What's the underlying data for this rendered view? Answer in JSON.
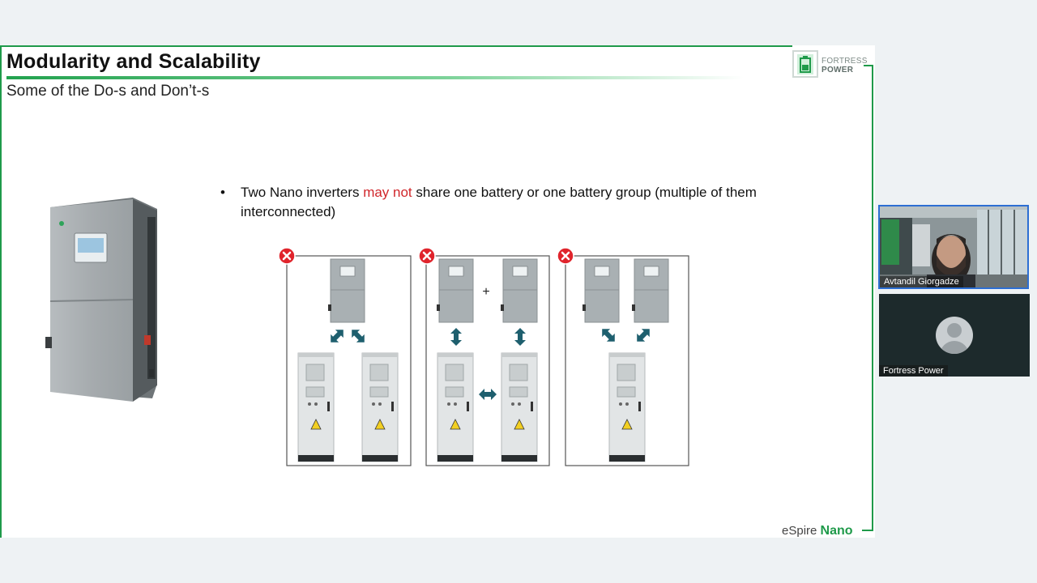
{
  "slide": {
    "title": "Modularity and Scalability",
    "subtitle": "Some of the Do-s and Don’t-s",
    "logo": {
      "line1": "FORTRESS",
      "line2": "POWER"
    },
    "bullet": {
      "text_before": "Two Nano inverters ",
      "highlight": "may not",
      "text_after": " share one battery or one battery group (multiple of them interconnected)"
    },
    "diagram": {
      "panels": [
        {
          "status": "not-allowed",
          "icon": "red-x-icon"
        },
        {
          "status": "not-allowed",
          "icon": "red-x-icon",
          "plus": "+"
        },
        {
          "status": "not-allowed",
          "icon": "red-x-icon"
        }
      ]
    },
    "brand": {
      "prefix": "eSpire ",
      "product": "Nano"
    }
  },
  "participants": [
    {
      "name": "Avtandil Giorgadze",
      "active_speaker": true
    },
    {
      "name": "Fortress Power",
      "avatar": "person-placeholder-icon"
    }
  ],
  "colors": {
    "accent": "#1f9a4a",
    "highlight": "#d0262a",
    "arrow": "#1e5f6e",
    "active_border": "#2d6fd3"
  }
}
